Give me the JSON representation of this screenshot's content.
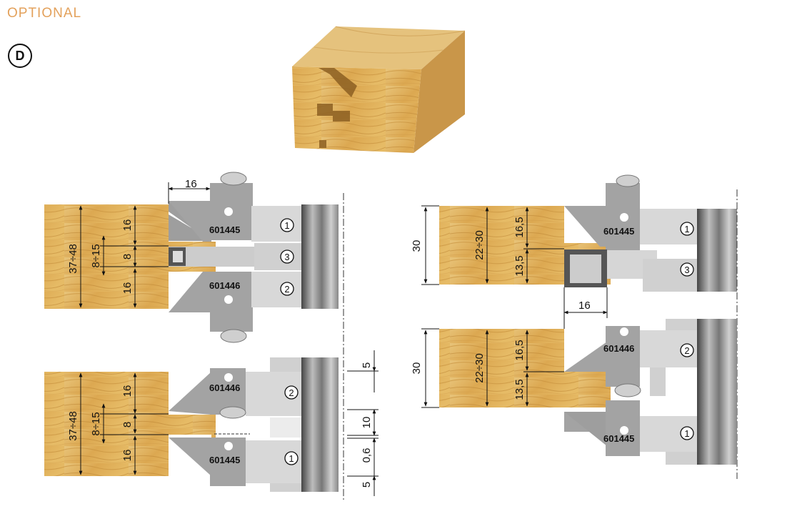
{
  "header": {
    "label": "OPTIONAL",
    "badge": "D"
  },
  "colors": {
    "header": "#e3a15b",
    "wood": "#e0b35b",
    "cutter_dark": "#a1a1a1",
    "cutter_light": "#d6d6d6"
  },
  "cutter_codes": {
    "a": "601445",
    "b": "601446"
  },
  "markers": {
    "one": "1",
    "two": "2",
    "three": "3"
  },
  "dims": {
    "d16": "16",
    "d37_48": "37÷48",
    "d8_15": "8÷15",
    "d8": "8",
    "d5": "5",
    "d10": "10",
    "d0_6": "0,6",
    "d30": "30",
    "d22_30": "22÷30",
    "d16_5": "16,5",
    "d13_5": "13,5"
  }
}
